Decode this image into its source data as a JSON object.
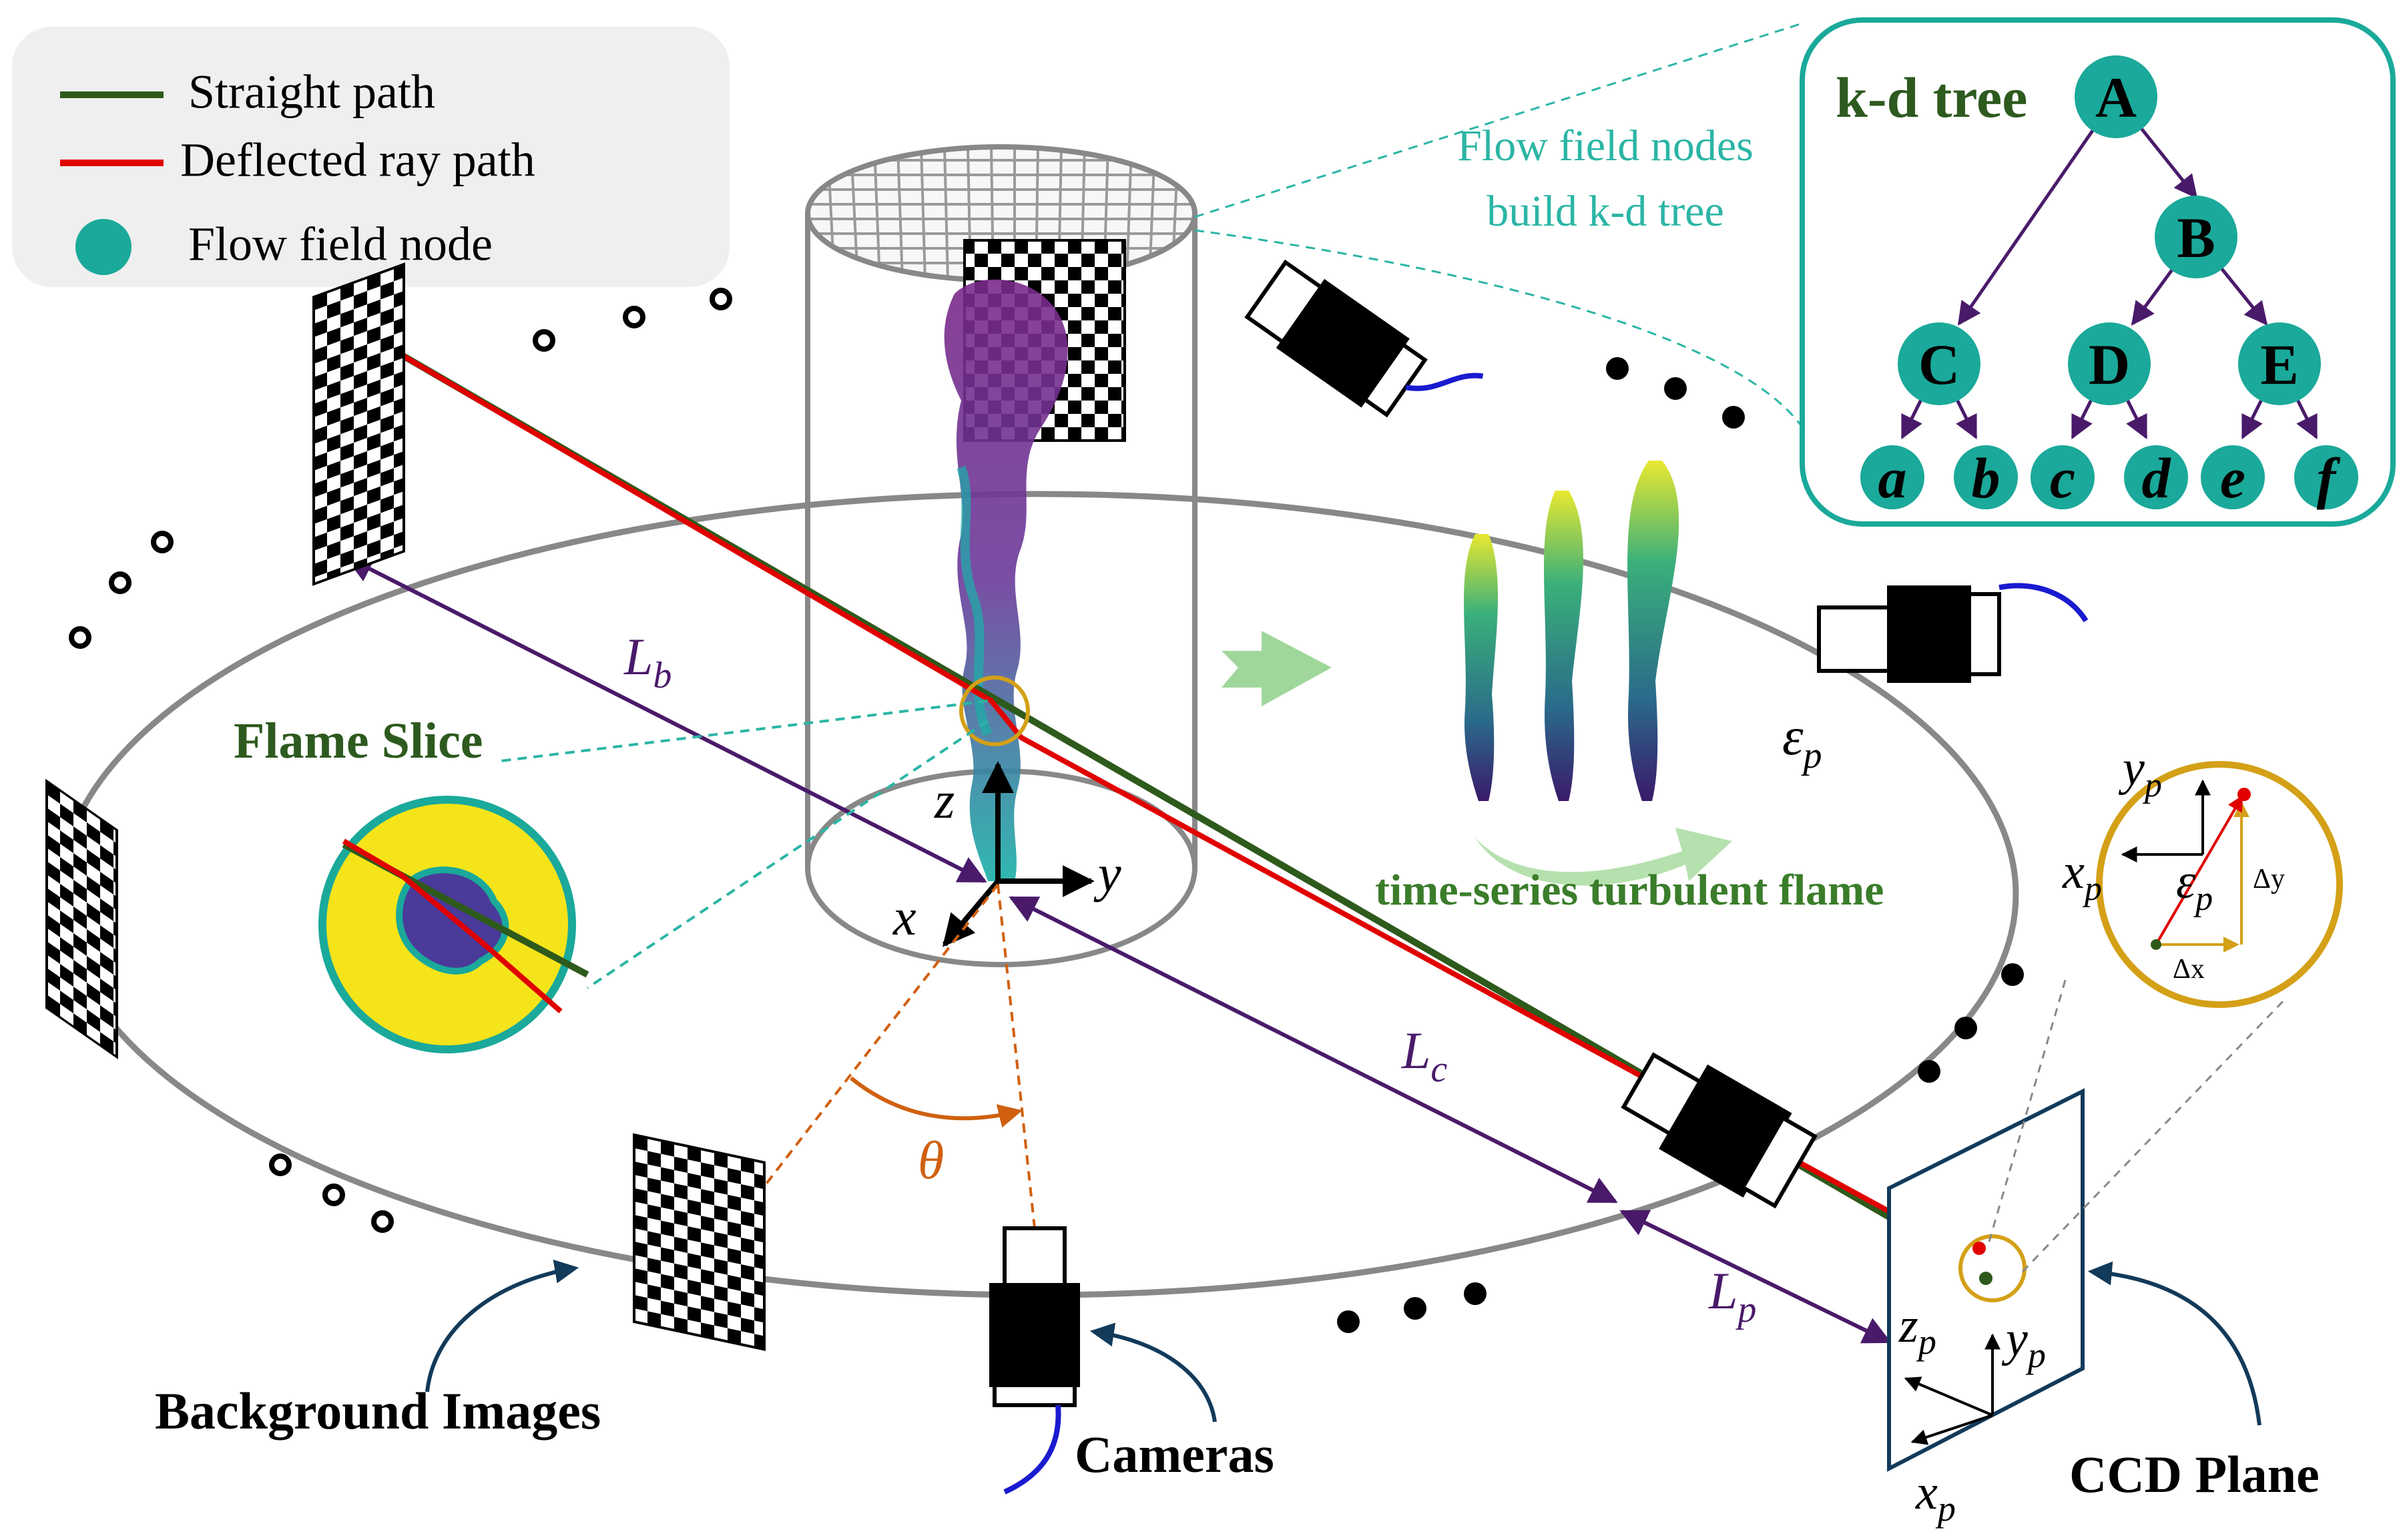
{
  "legend": {
    "straight_label": "Straight path",
    "deflected_label": "Deflected ray path",
    "node_label": "Flow field node"
  },
  "kd_tree": {
    "title": "k-d tree",
    "nodes": [
      "A",
      "B",
      "C",
      "D",
      "E",
      "a",
      "b",
      "c",
      "d",
      "e",
      "f"
    ]
  },
  "flow_nodes_caption": [
    "Flow field nodes",
    "build k-d tree"
  ],
  "labels": {
    "flame_slice": "Flame Slice",
    "time_series": "time-series turbulent flame",
    "background_images": "Background Images",
    "cameras": "Cameras",
    "ccd_plane": "CCD Plane",
    "theta": "θ"
  },
  "axes": {
    "x": "x",
    "y": "y",
    "z": "z"
  },
  "distances": {
    "Lb": {
      "main": "L",
      "sub": "b"
    },
    "Lc": {
      "main": "L",
      "sub": "c"
    },
    "Lp": {
      "main": "L",
      "sub": "p"
    }
  },
  "epsilon": {
    "main": "ε",
    "sub": "p"
  },
  "ccd_axes": {
    "x": "x",
    "y": "y",
    "z": "z",
    "sub": "p"
  },
  "inset": {
    "x": "x",
    "y": "y",
    "eps": "ε",
    "sub": "p",
    "dx": "Δx",
    "dy": "Δy"
  },
  "colors": {
    "straight": "#2e5a1c",
    "deflected": "#e00000",
    "node": "#1aa99a",
    "purple": "#4a1a6a",
    "orange": "#d06010",
    "gold": "#d4a017",
    "teal_text": "#2bb5a5",
    "green_text": "#3a7d2a",
    "dark_green_text": "#2d5a1e",
    "navy": "#123a5a"
  }
}
